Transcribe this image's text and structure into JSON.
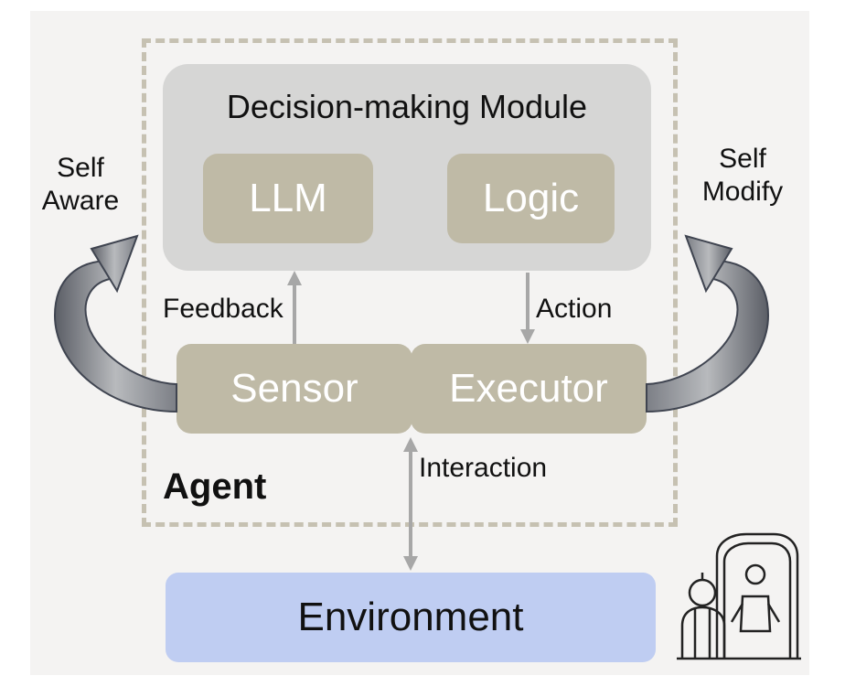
{
  "diagram": {
    "module_title": "Decision-making Module",
    "llm": "LLM",
    "logic": "Logic",
    "sensor": "Sensor",
    "executor": "Executor",
    "environment": "Environment",
    "agent": "Agent",
    "feedback": "Feedback",
    "action": "Action",
    "interaction": "Interaction",
    "self_aware_line1": "Self",
    "self_aware_line2": "Aware",
    "self_modify_line1": "Self",
    "self_modify_line2": "Modify"
  },
  "colors": {
    "box_tan": "#bfbaa6",
    "module_gray": "#d6d6d5",
    "environment_blue": "#bfcdf2",
    "dashed_border": "#c6c1b2",
    "arrow_gray": "#a7a7a7",
    "curved_arrow_gray": "#9ea0a3"
  },
  "icons": [
    "robot-mirror-icon"
  ]
}
